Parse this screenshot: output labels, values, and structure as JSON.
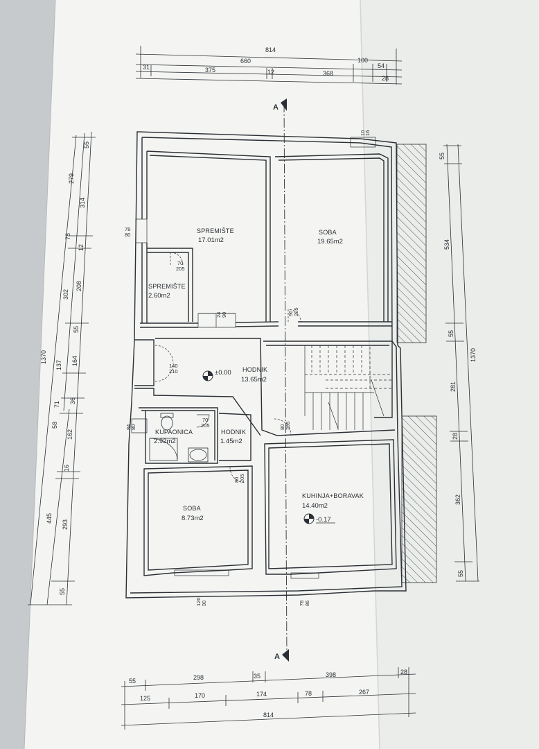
{
  "rooms": {
    "spremiste_big": {
      "name": "SPREMIŠTE",
      "area": "17.01m2"
    },
    "soba_top": {
      "name": "SOBA",
      "area": "19.65m2"
    },
    "spremiste_small": {
      "name": "SPREMIŠTE",
      "area": "2.60m2"
    },
    "hodnik_main": {
      "name": "HODNIK",
      "area": "13.65m2"
    },
    "kupaonica": {
      "name": "KUPAONICA",
      "area": "2.92m2"
    },
    "hodnik_small": {
      "name": "HODNIK",
      "area": "1.45m2"
    },
    "soba_bottom": {
      "name": "SOBA",
      "area": "8.73m2"
    },
    "kuhinja": {
      "name": "KUHINJA+BORAVAK",
      "area": "14.40m2"
    }
  },
  "levels": {
    "hall": "±0.00",
    "kitchen": "-0.17"
  },
  "section": {
    "top": "A",
    "bottom": "A"
  },
  "top_dims": {
    "row1": [
      "814"
    ],
    "row2": [
      "660",
      "100"
    ],
    "row3": [
      "31",
      "375",
      "12",
      "368",
      "54",
      "28"
    ],
    "corner": [
      "10",
      "16"
    ]
  },
  "bottom_dims": {
    "row1": [
      "55",
      "298",
      "35",
      "398",
      "28"
    ],
    "row2": [
      "125",
      "170",
      "174",
      "78",
      "267"
    ],
    "row3": [
      "814"
    ]
  },
  "left_dims": {
    "outer": [
      "1370"
    ],
    "mid": [
      "445"
    ],
    "col_a": [
      "314",
      "78",
      "302",
      "137",
      "71",
      "58"
    ],
    "col_b": [
      "55",
      "279",
      "12",
      "208",
      "55",
      "164",
      "36",
      "162",
      "16",
      "293",
      "55"
    ]
  },
  "right_dims": {
    "outer": [
      "1370"
    ],
    "inner": [
      "55",
      "534",
      "55",
      "281",
      "28",
      "362",
      "55"
    ]
  },
  "door_labels": [
    "78",
    "80",
    "70",
    "205",
    "24",
    "90",
    "90",
    "205",
    "140",
    "210",
    "70",
    "205",
    "80",
    "205",
    "80",
    "205",
    "84",
    "80",
    "120",
    "90",
    "78",
    "86"
  ]
}
